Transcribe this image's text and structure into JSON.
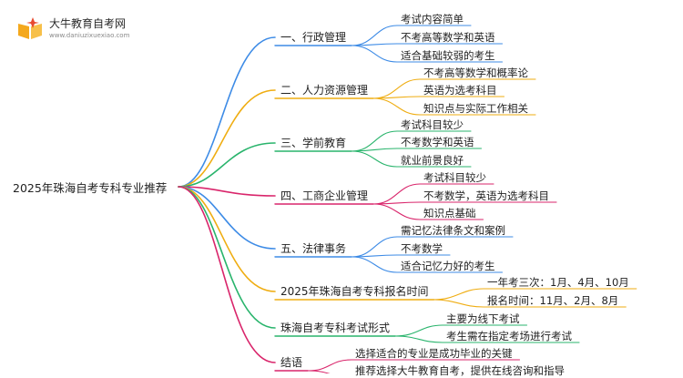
{
  "logo": {
    "title": "大牛教育自考网",
    "url": "www.daniuzixuexiao.com",
    "icon": "open-book-icon",
    "colors": {
      "book": "#f4a81d",
      "spark": "#e84a2f"
    }
  },
  "root": {
    "label": "2025年珠海自考专科专业推荐"
  },
  "branches": [
    {
      "label": "一、行政管理",
      "color": "#3d8be6",
      "children": [
        "考试内容简单",
        "不考高等数学和英语",
        "适合基础较弱的考生"
      ]
    },
    {
      "label": "二、人力资源管理",
      "color": "#efad12",
      "children": [
        "不考高等数学和概率论",
        "英语为选考科目",
        "知识点与实际工作相关"
      ]
    },
    {
      "label": "三、学前教育",
      "color": "#29b46c",
      "children": [
        "考试科目较少",
        "不考数学和英语",
        "就业前景良好"
      ]
    },
    {
      "label": "四、工商企业管理",
      "color": "#d9256b",
      "children": [
        "考试科目较少",
        "不考数学，英语为选考科目",
        "知识点基础"
      ]
    },
    {
      "label": "五、法律事务",
      "color": "#3d8be6",
      "children": [
        "需记忆法律条文和案例",
        "不考数学",
        "适合记忆力好的考生"
      ]
    },
    {
      "label": "2025年珠海自考专科报名时间",
      "color": "#efad12",
      "children": [
        "一年考三次：1月、4月、10月",
        "报名时间：11月、2月、8月"
      ]
    },
    {
      "label": "珠海自考专科考试形式",
      "color": "#29b46c",
      "children": [
        "主要为线下考试",
        "考生需在指定考场进行考试"
      ]
    },
    {
      "label": "结语",
      "color": "#d9256b",
      "children": [
        "选择适合的专业是成功毕业的关键",
        "推荐选择大牛教育自考，提供在线咨询和指导"
      ]
    }
  ]
}
